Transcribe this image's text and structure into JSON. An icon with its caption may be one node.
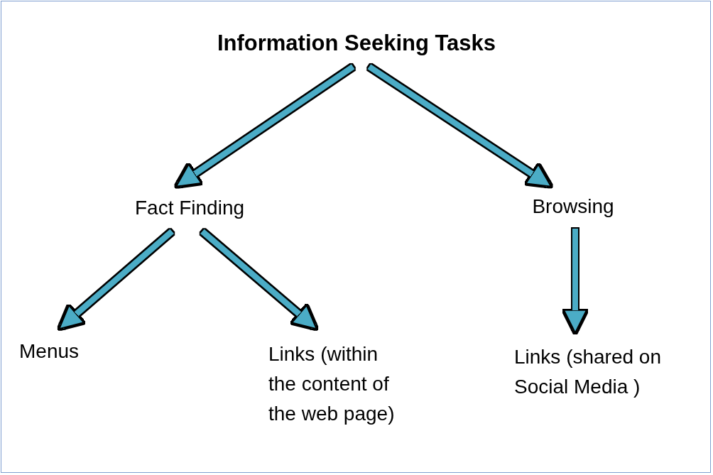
{
  "diagram": {
    "nodes": [
      {
        "text": [
          "Information Seeking Tasks"
        ]
      },
      {
        "text": [
          "Fact Finding"
        ]
      },
      {
        "text": [
          "Browsing"
        ]
      },
      {
        "text": [
          "Menus"
        ]
      },
      {
        "text": [
          "Links (within the content of the web page)"
        ]
      },
      {
        "text": [
          "Links (shared on Social Media )"
        ]
      }
    ],
    "edges": [
      {
        "from": 0,
        "to": 1,
        "arrow": "to"
      },
      {
        "from": 0,
        "to": 2,
        "arrow": "to"
      },
      {
        "from": 1,
        "to": 3,
        "arrow": "to"
      },
      {
        "from": 1,
        "to": 4,
        "arrow": "to"
      },
      {
        "from": 2,
        "to": 5,
        "arrow": "to"
      }
    ]
  }
}
